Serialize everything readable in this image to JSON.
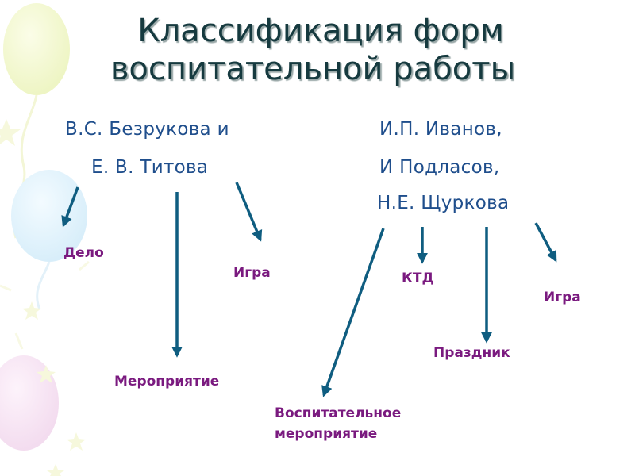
{
  "title": {
    "line1": "Классификация форм",
    "line2": "воспитательной работы"
  },
  "left_group": {
    "authors": [
      "В.С. Безрукова и",
      "Е. В. Титова"
    ],
    "forms": {
      "delo": "Дело",
      "igra": "Игра",
      "meropriyatie": "Мероприятие"
    }
  },
  "right_group": {
    "authors": [
      "И.П. Иванов,",
      "И Подласов,",
      "Н.Е. Щуркова"
    ],
    "forms": {
      "ktd": "КТД",
      "igra": "Игра",
      "prazdnik": "Праздник",
      "vospitatelnoe": [
        "Воспитательное",
        "мероприятие"
      ]
    }
  },
  "colors": {
    "title": "#163a3f",
    "authors": "#1f4e8c",
    "forms": "#7a1a7f",
    "arrows": "#0f5d80"
  }
}
